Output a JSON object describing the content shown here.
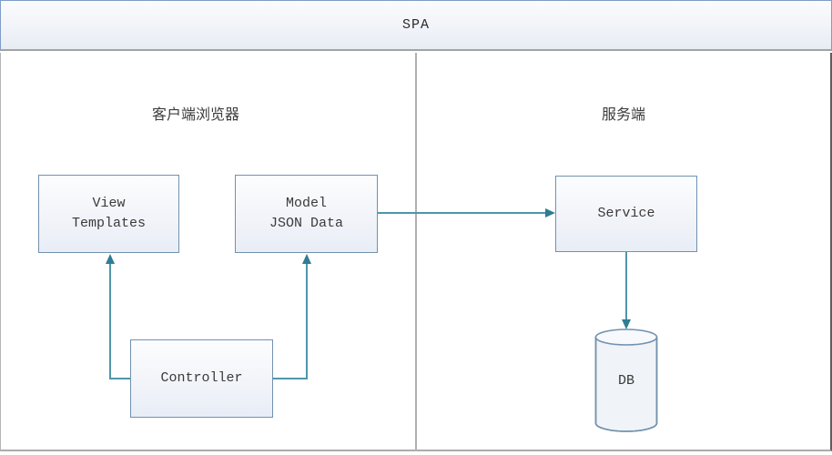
{
  "title": "SPA",
  "sections": {
    "client": {
      "label": "客户端浏览器"
    },
    "server": {
      "label": "服务端"
    }
  },
  "nodes": {
    "view_templates": {
      "label": "View\nTemplates"
    },
    "model_json": {
      "label": "Model\nJSON Data"
    },
    "service": {
      "label": "Service"
    },
    "controller": {
      "label": "Controller"
    },
    "db": {
      "label": "DB"
    }
  },
  "connectors": [
    {
      "name": "controller-to-view",
      "from": "controller",
      "to": "view_templates"
    },
    {
      "name": "controller-to-model",
      "from": "controller",
      "to": "model_json"
    },
    {
      "name": "model-to-service",
      "from": "model_json",
      "to": "service"
    },
    {
      "name": "service-to-db",
      "from": "service",
      "to": "db"
    }
  ],
  "colors": {
    "connector_line": "#4f96aa",
    "connector_arrowhead": "#2e7d94",
    "node_border": "#7191ae",
    "node_fill_top": "#fcfdfe",
    "node_fill_bottom": "#e8edf6",
    "titlebar_border": "#7f9dc9",
    "frame_border": "#ababab",
    "divider": "#b0b0b0",
    "text": "#3a3a3a"
  }
}
